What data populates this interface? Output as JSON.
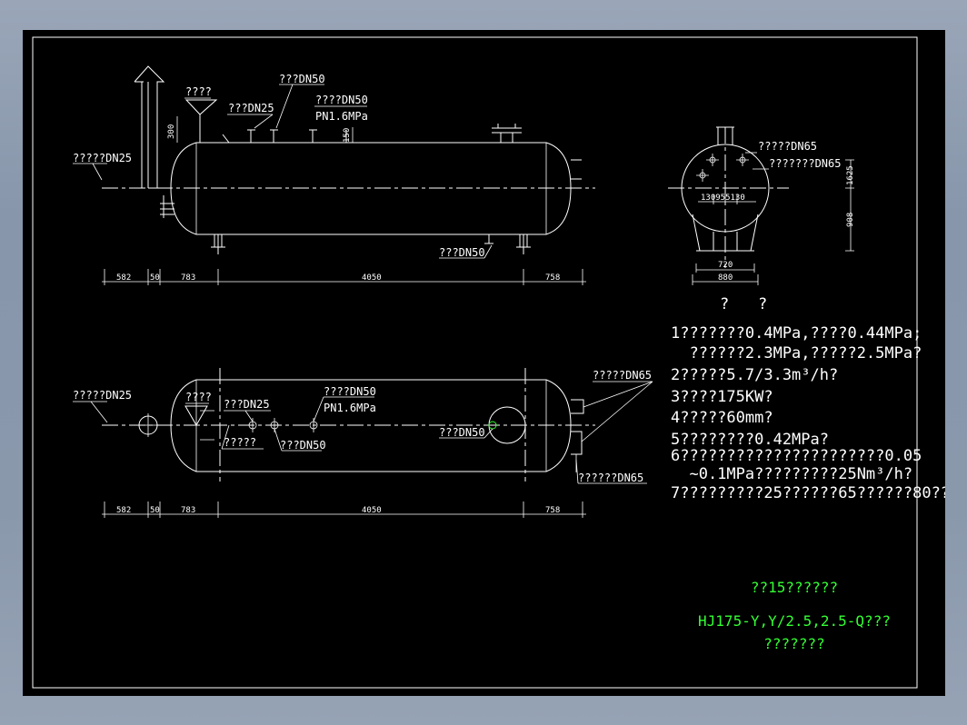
{
  "elevation": {
    "labels": {
      "vent_left": "?????DN25",
      "vent_top": "????",
      "nozzle_dn25": "???DN25",
      "nozzle_dn50_a": "???DN50",
      "nozzle_dn50_b": "????DN50",
      "pn": "PN1.6MPa",
      "drain": "???DN50",
      "dim_300": "300",
      "dim_150": "150"
    },
    "dims": [
      "582",
      "50",
      "783",
      "4050",
      "758"
    ]
  },
  "plan": {
    "labels": {
      "vent_left": "?????DN25",
      "top_small": "????",
      "nozzle_dn25": "???DN25",
      "nozzle_dn50_a": "????DN50",
      "pn": "PN1.6MPa",
      "bottom_a": "?????",
      "bottom_b": "???DN50",
      "mid_dn50": "???DN50",
      "right_dn65_top": "?????DN65",
      "right_dn65_bottom": "??????DN65"
    },
    "dims": [
      "582",
      "50",
      "783",
      "4050",
      "758"
    ]
  },
  "side_view": {
    "labels": {
      "dn65_a": "?????DN65",
      "dn65_b": "???????DN65",
      "bolt_dims": "130955130",
      "dim_1625": "1625",
      "dim_908": "908",
      "dim_720": "720",
      "dim_880": "880"
    }
  },
  "notes": {
    "heading_left": "?",
    "heading_right": "?",
    "lines": [
      "1???????0.4MPa,????0.44MPa;",
      "  ??????2.3MPa,?????2.5MPa?",
      "2?????5.7/3.3m³/h?",
      "3????175KW?",
      "4?????60mm?",
      "5????????0.42MPa?",
      "6??????????????????????0.05",
      "  ~0.1MPa?????????25Nm³/h?",
      "7?????????25??????65??????80??"
    ]
  },
  "title_block": {
    "line1": "??15??????",
    "line2": "HJ175-Y,Y/2.5,2.5-Q???",
    "line3": "???????"
  },
  "colors": {
    "sheet": "#000000",
    "linework": "#ffffff",
    "title_text": "#33ff33"
  }
}
